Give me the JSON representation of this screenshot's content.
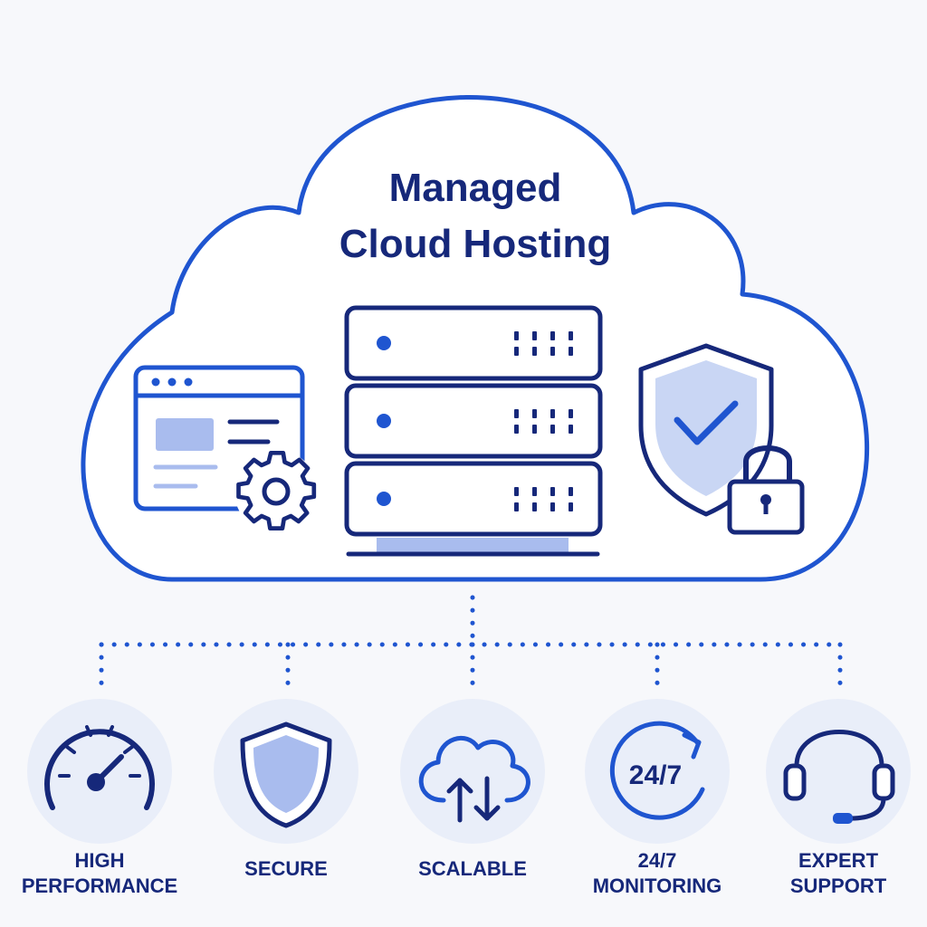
{
  "diagram": {
    "title_line1": "Managed",
    "title_line2": "Cloud Hosting",
    "colors": {
      "cloud_outline": "#1f55d0",
      "navy": "#16287a",
      "light_fill": "#a9bcee",
      "icon_bg": "#e9eef9"
    },
    "center_icons": [
      "browser-settings-icon",
      "server-rack-icon",
      "shield-lock-icon"
    ],
    "features": [
      {
        "icon": "speedometer-icon",
        "label_line1": "HIGH",
        "label_line2": "PERFORMANCE"
      },
      {
        "icon": "shield-icon",
        "label_line1": "SECURE",
        "label_line2": ""
      },
      {
        "icon": "cloud-sync-icon",
        "label_line1": "SCALABLE",
        "label_line2": ""
      },
      {
        "icon": "clock-24-7-icon",
        "icon_text": "24/7",
        "label_line1": "24/7",
        "label_line2": "MONITORING"
      },
      {
        "icon": "headset-icon",
        "label_line1": "EXPERT",
        "label_line2": "SUPPORT"
      }
    ]
  }
}
